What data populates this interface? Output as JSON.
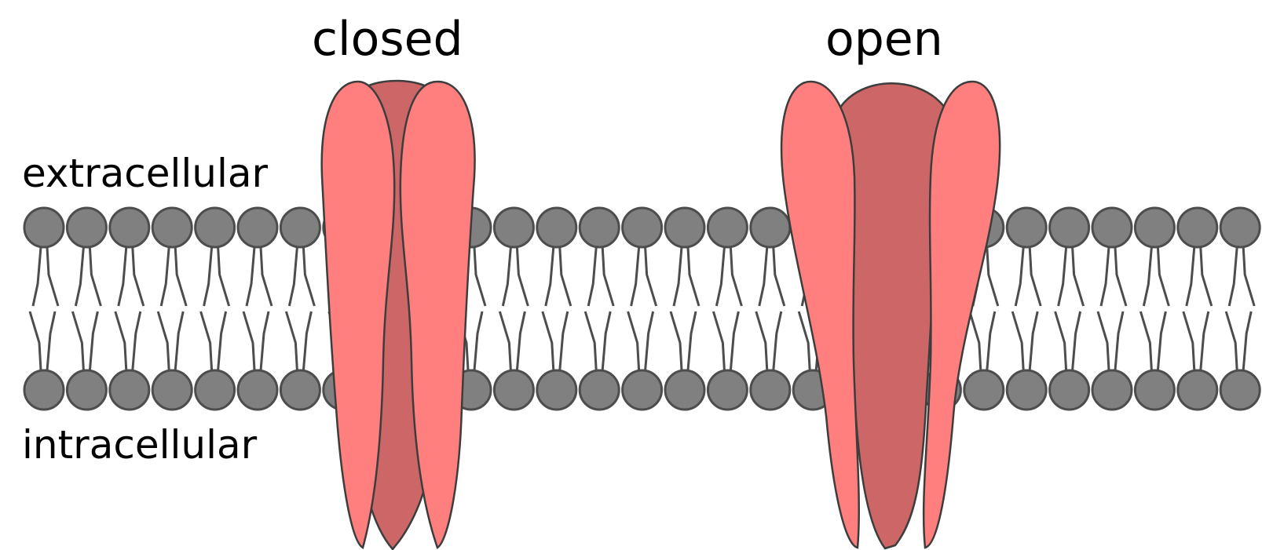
{
  "labels": {
    "closed": "closed",
    "open": "open",
    "extracellular": "extracellular",
    "intracellular": "intracellular"
  },
  "colors": {
    "lipid_head": "#808080",
    "lipid_outline": "#4d4d4d",
    "lipid_tail": "#4d4d4d",
    "channel_subunit": "#ff7f7f",
    "channel_core": "#cd6666",
    "channel_outline": "#3d3d3d"
  }
}
